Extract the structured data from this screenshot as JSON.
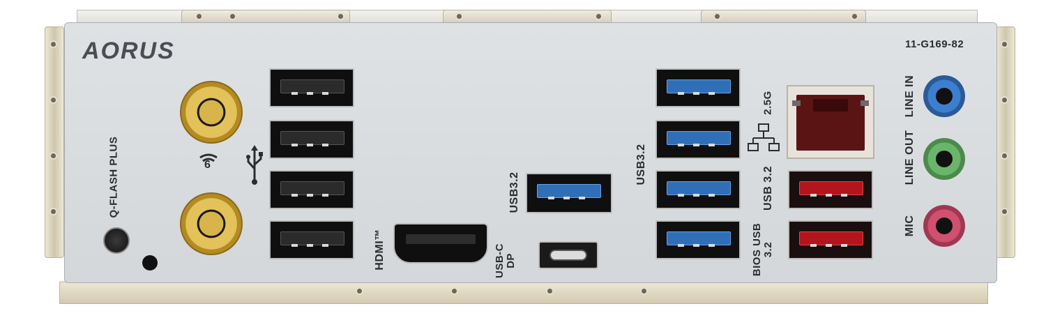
{
  "panel": {
    "brand": "AORUS",
    "part_number": "11-G169-82"
  },
  "labels": {
    "q_flash_plus": "Q-FLASH PLUS",
    "wifi6": "6",
    "hdmi": "HDMI™",
    "usb_c_dp": "USB-C DP",
    "usb32_a": "USB3.2",
    "usb32_b": "USB3.2",
    "lan_speed": "2.5G",
    "usb32_c": "USB 3.2",
    "bios_usb32": "BIOS USB 3.2",
    "line_in": "LINE IN",
    "line_out": "LINE OUT",
    "mic": "MIC"
  },
  "icons": {
    "usb": "usb-trident-icon",
    "lan": "network-icon",
    "wifi": "wifi6-icon"
  },
  "colors": {
    "usb2": "#2b2b2b",
    "usb3": "#2f6fb8",
    "usb_bios": "#b1161c",
    "line_in": "#3d7fcf",
    "line_out": "#6ab56a",
    "mic": "#d05070",
    "antenna_gold": "#d7b54a"
  }
}
